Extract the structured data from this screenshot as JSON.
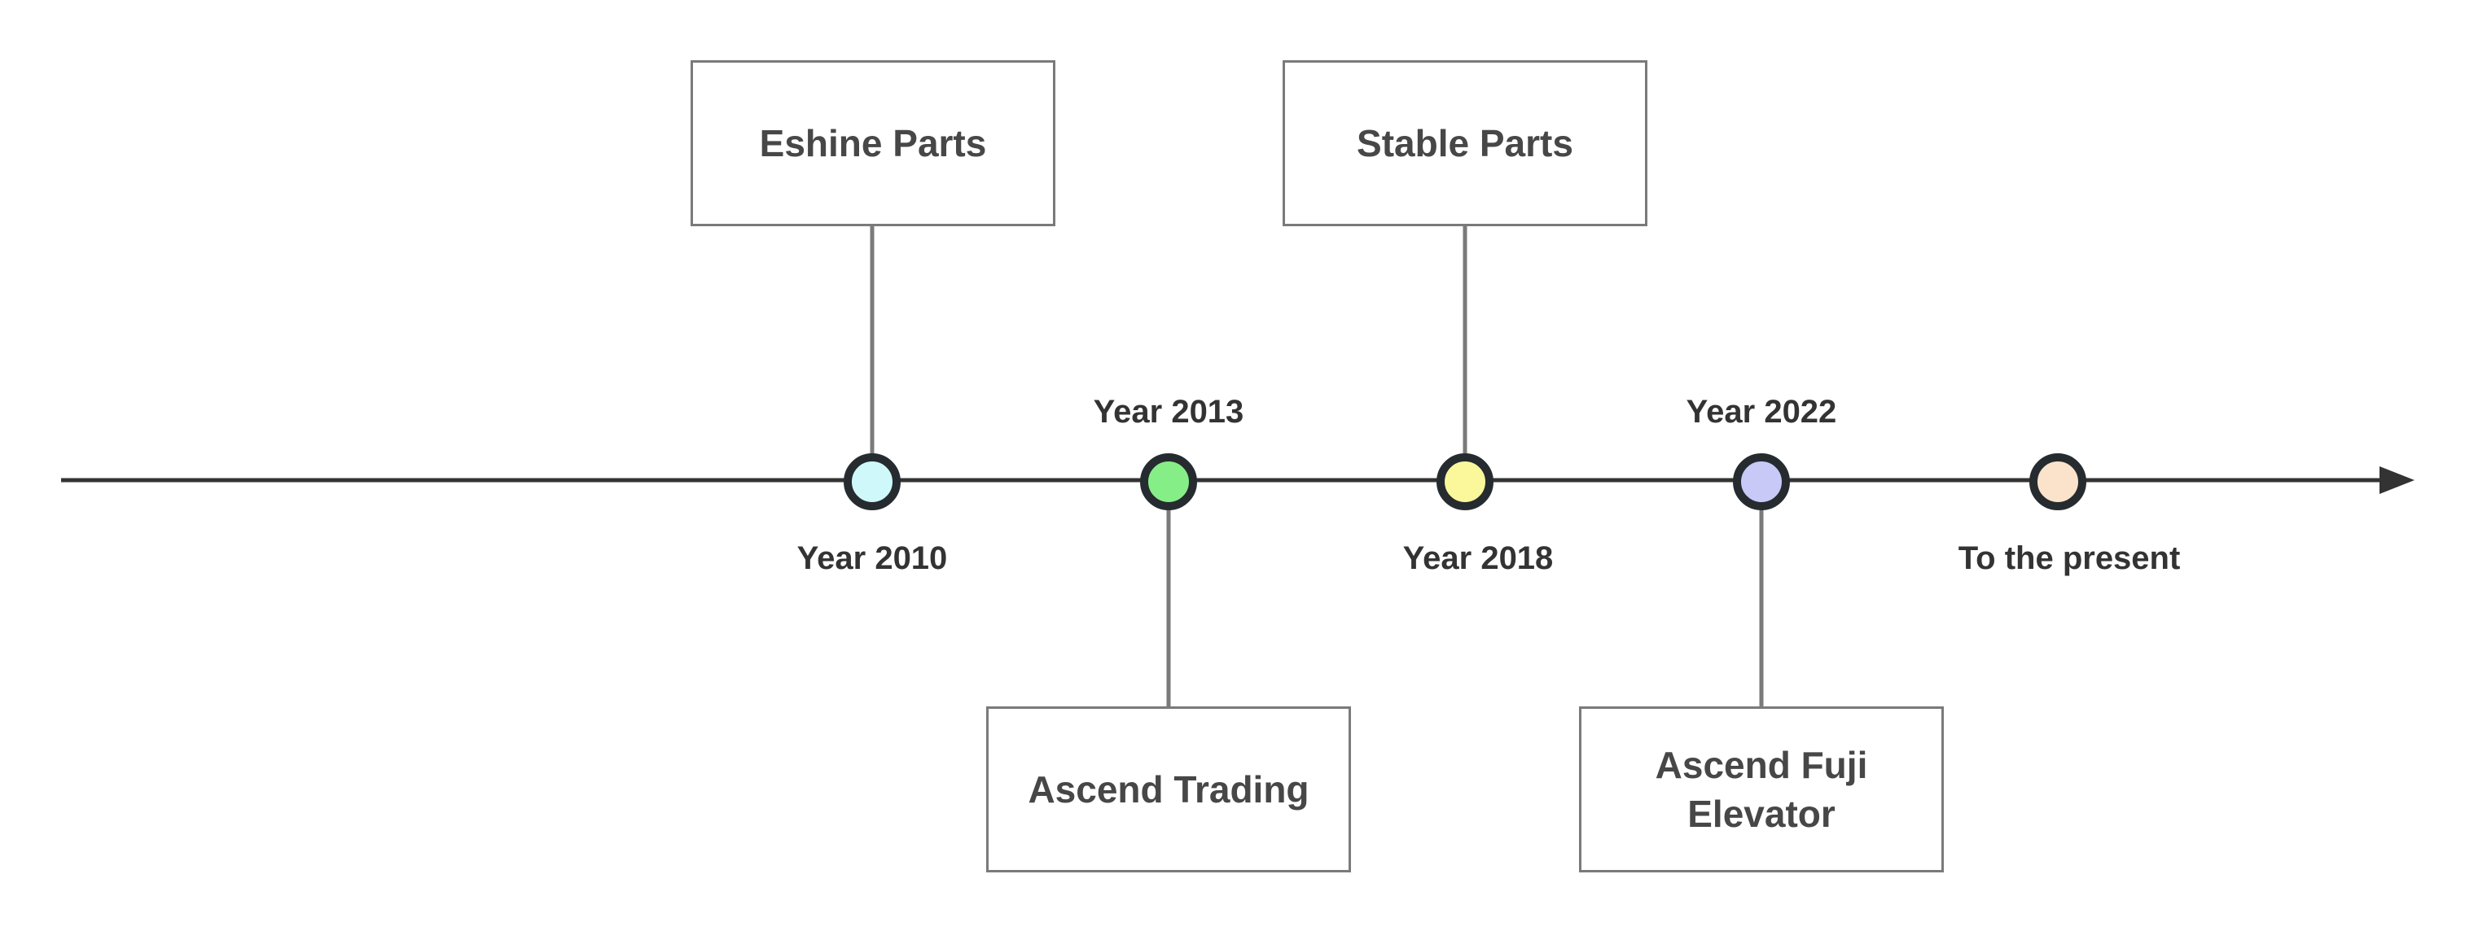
{
  "events": [
    {
      "year": "Year 2010",
      "name": "Eshine Parts",
      "color": "#cff8fa"
    },
    {
      "year": "Year 2013",
      "name": "Ascend Trading",
      "color": "#86ee86"
    },
    {
      "year": "Year 2018",
      "name": "Stable Parts",
      "color": "#fbf89b"
    },
    {
      "year": "Year 2022",
      "name": "Ascend Fuji\nElevator",
      "color": "#c9c9f8"
    },
    {
      "year": "To the present",
      "name": "",
      "color": "#fbe3cb"
    }
  ],
  "colors": {
    "axis": "#333333",
    "connector": "#7a7a7a",
    "marker_stroke": "#262b30"
  }
}
